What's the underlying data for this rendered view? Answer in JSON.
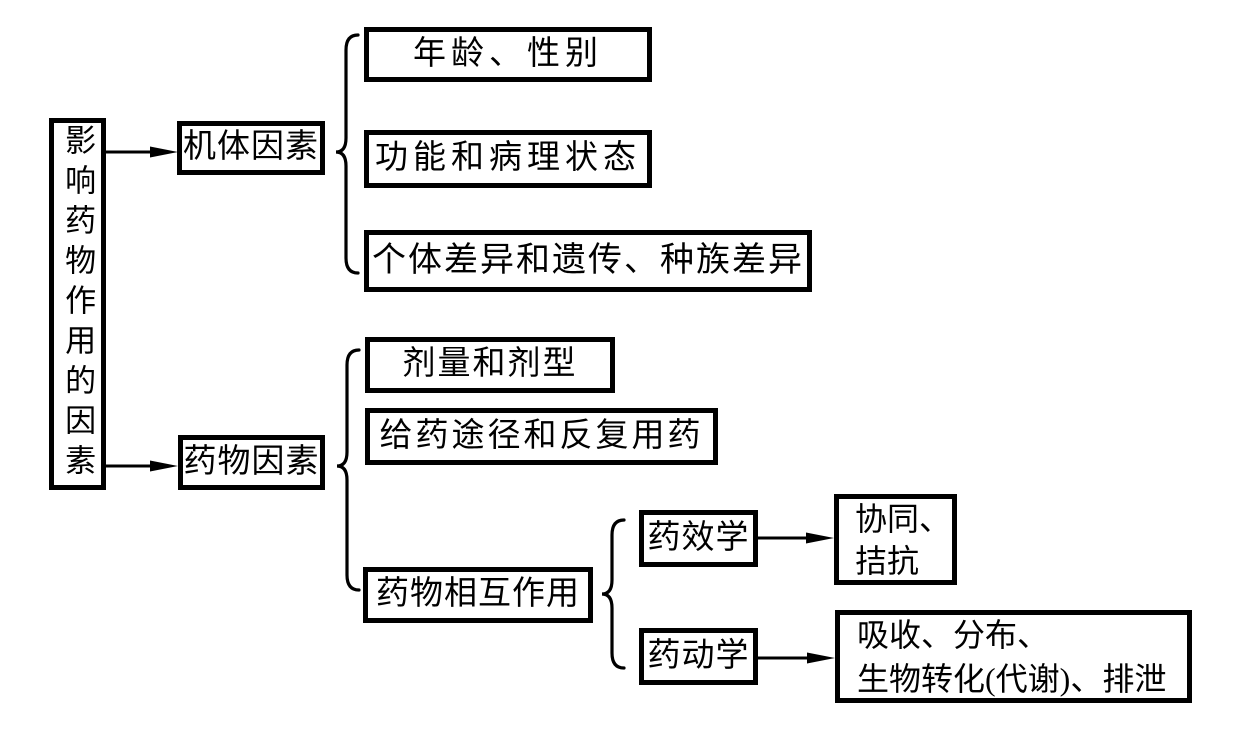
{
  "diagram": {
    "background": "#ffffff",
    "line_color": "#000000",
    "root": {
      "label": "影响药物作用的因素"
    },
    "body": {
      "label": "机体因素",
      "items": [
        "年龄、性别",
        "功能和病理状态",
        "个体差异和遗传、种族差异"
      ]
    },
    "drug": {
      "label": "药物因素",
      "items": [
        "剂量和剂型",
        "给药途径和反复用药"
      ],
      "interaction": {
        "label": "药物相互作用",
        "pd": {
          "label": "药效学",
          "result": "协同、\n拮抗"
        },
        "pk": {
          "label": "药动学",
          "result": "吸收、分布、\n生物转化(代谢)、排泄"
        }
      }
    }
  }
}
